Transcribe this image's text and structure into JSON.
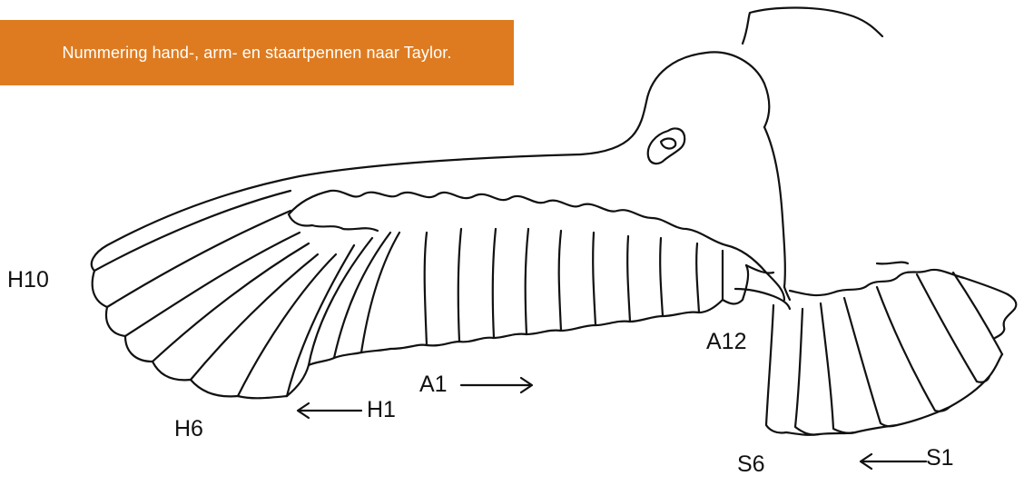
{
  "caption": "Nummering hand-, arm- en staartpennen naar Taylor.",
  "colors": {
    "banner_bg": "#de7b20",
    "banner_text": "#ffffff",
    "ink": "#111111",
    "background": "#ffffff"
  },
  "labels": {
    "h10": "H10",
    "h6": "H6",
    "h1": "H1",
    "a1": "A1",
    "a12": "A12",
    "s6": "S6",
    "s1": "S1"
  }
}
